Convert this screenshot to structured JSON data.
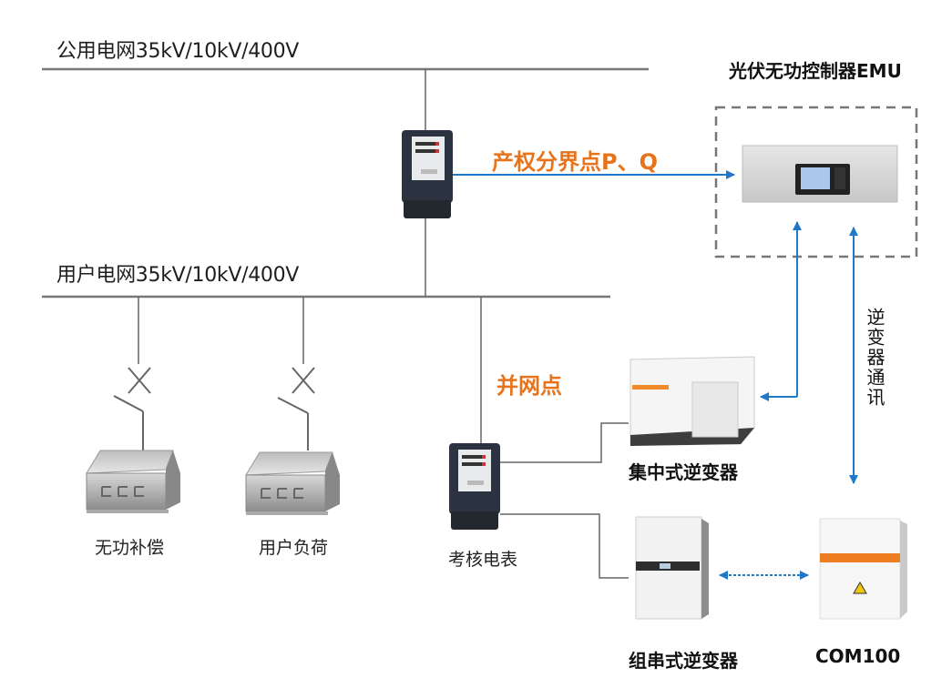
{
  "diagram": {
    "public_grid_label": "公用电网35kV/10kV/400V",
    "user_grid_label": "用户电网35kV/10kV/400V",
    "emu_title": "光伏无功控制器EMU",
    "boundary_point_label": "产权分界点P、Q",
    "grid_connection_label": "并网点",
    "reactive_comp_label": "无功补偿",
    "user_load_label": "用户负荷",
    "check_meter_label": "考核电表",
    "central_inverter_label": "集中式逆变器",
    "string_inverter_label": "组串式逆变器",
    "com100_label": "COM100",
    "inverter_comm_label": "逆变器通讯"
  },
  "colors": {
    "accent_orange": "#e8731a",
    "arrow_blue": "#1f78c8",
    "line_gray": "#6e6e6e"
  }
}
